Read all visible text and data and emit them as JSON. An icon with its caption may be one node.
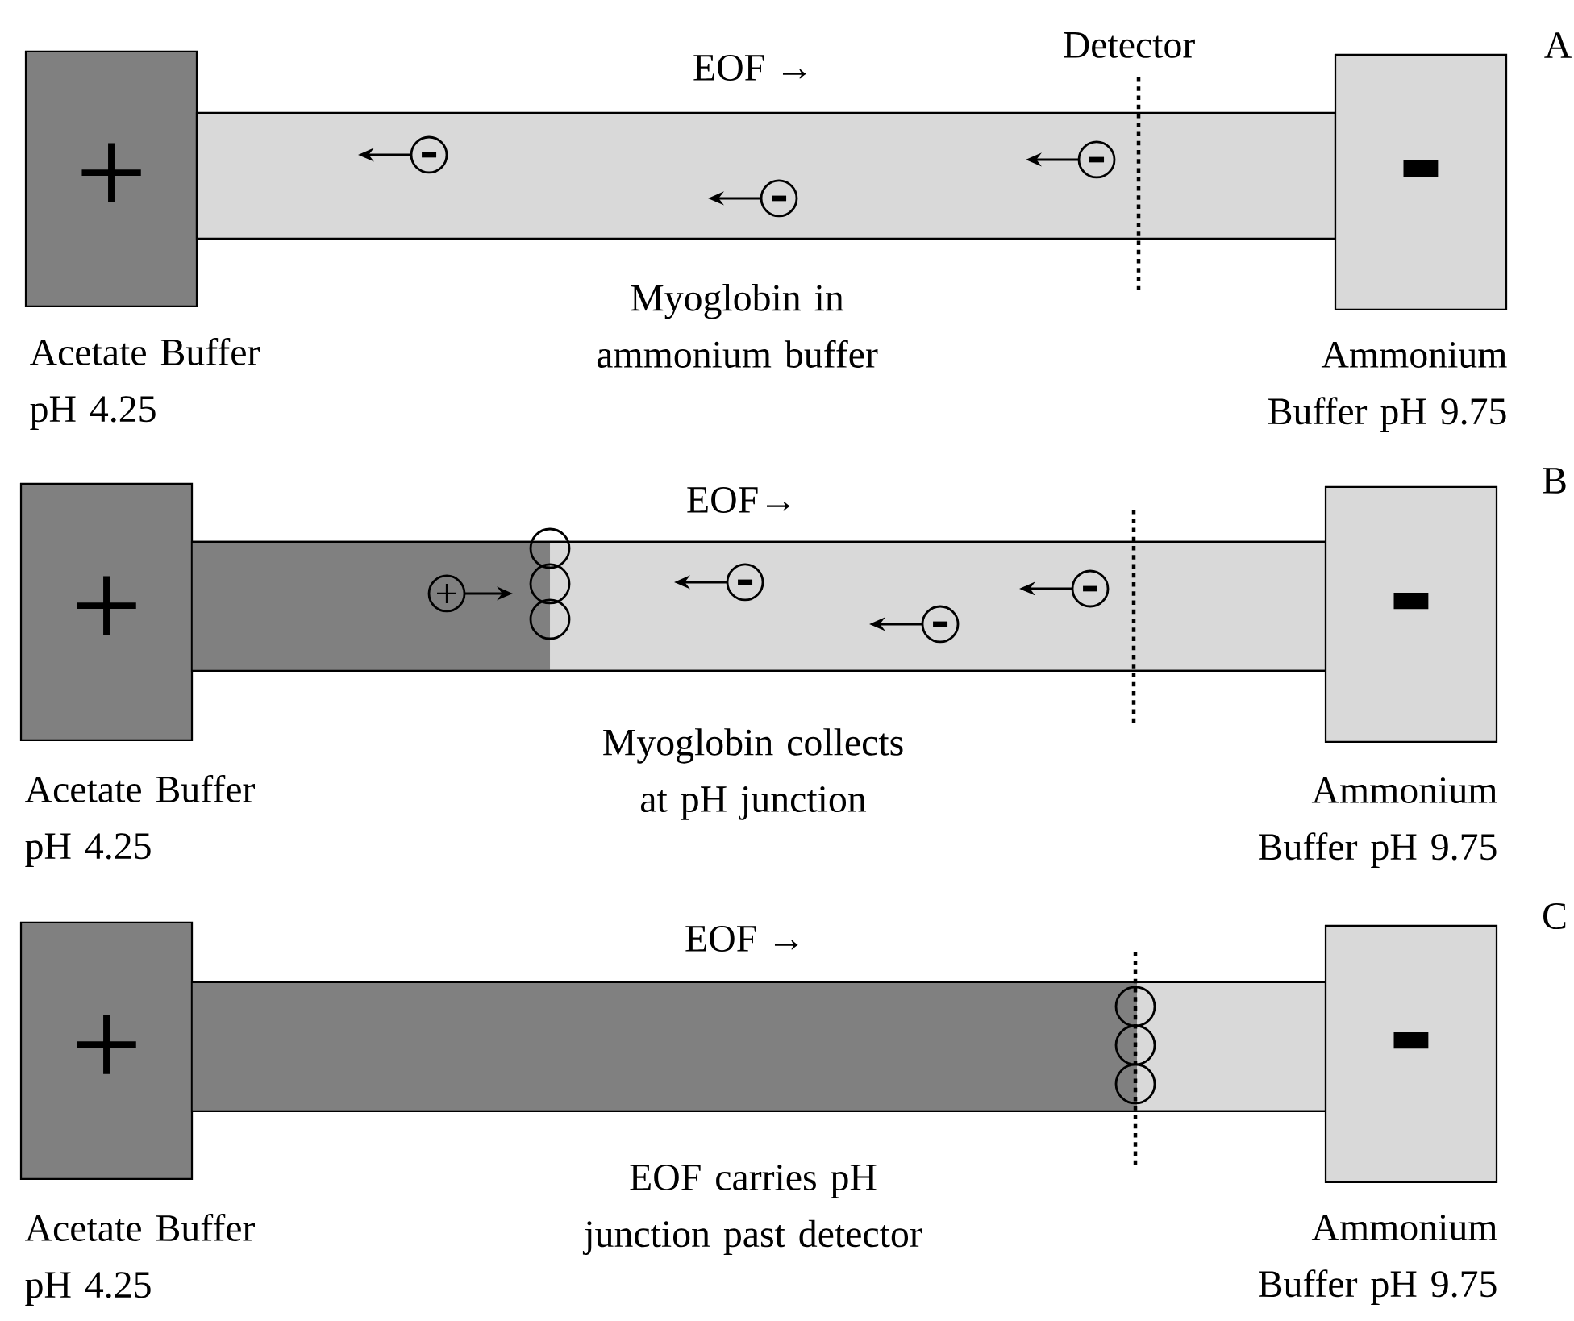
{
  "diagram": {
    "nodes": [
      {
        "text": [
          "+"
        ],
        "beside": [
          "Acetate Buffer pH 4.25"
        ]
      },
      {
        "text": [],
        "shape": "bar"
      },
      {
        "text": [
          "-"
        ],
        "beside": [
          "Ammonium Buffer pH 9.75"
        ]
      },
      {
        "text": [
          "+"
        ],
        "beside": [
          "Acetate Buffer pH 4.25"
        ]
      },
      {
        "text": [],
        "shape": "bar"
      },
      {
        "text": [
          "-"
        ],
        "beside": [
          "Ammonium Buffer pH 9.75"
        ]
      },
      {
        "text": [
          "+"
        ],
        "beside": [
          "Acetate Buffer pH 4.25"
        ]
      },
      {
        "text": [],
        "shape": "bar"
      },
      {
        "text": [
          "-"
        ],
        "beside": [
          "Ammonium Buffer pH 9.75"
        ]
      }
    ],
    "edges": [],
    "labels": [
      "Detector",
      "A",
      "EOF →",
      "Myoglobin in ammonium buffer",
      "B",
      "EOF→",
      "Myoglobin collects at pH junction",
      "C",
      "EOF →",
      "EOF carries pH junction past detector"
    ]
  }
}
